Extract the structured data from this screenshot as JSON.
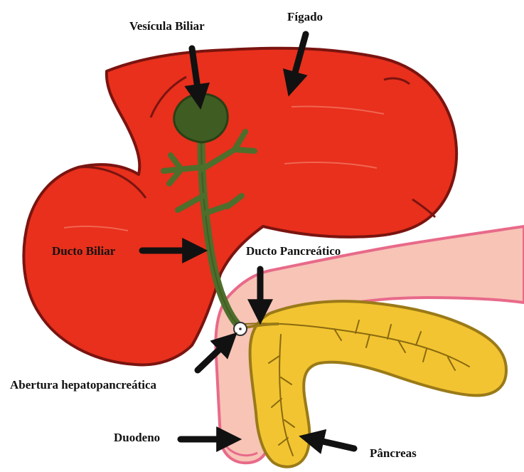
{
  "labels": {
    "gallbladder": "Vesícula Biliar",
    "liver": "Fígado",
    "bile_duct": "Ducto Biliar",
    "pancreatic_duct": "Ducto Pancreático",
    "ampulla": "Abertura hepatopancreática",
    "duodenum": "Duodeno",
    "pancreas": "Pâncreas"
  },
  "colors": {
    "liver_fill": "#e8301c",
    "liver_outline": "#7a1410",
    "gallbladder_fill": "#3f5c22",
    "bile_duct": "#4e6e2c",
    "duodenum_fill": "#f7c4b6",
    "duodenum_outline": "#e86a8a",
    "pancreas_fill": "#f2c431",
    "pancreas_outline": "#9a7a18",
    "arrow": "#111111"
  },
  "icons": {
    "pointer_arrows": "arrow-icon",
    "ampulla_marker": "circle-icon"
  }
}
